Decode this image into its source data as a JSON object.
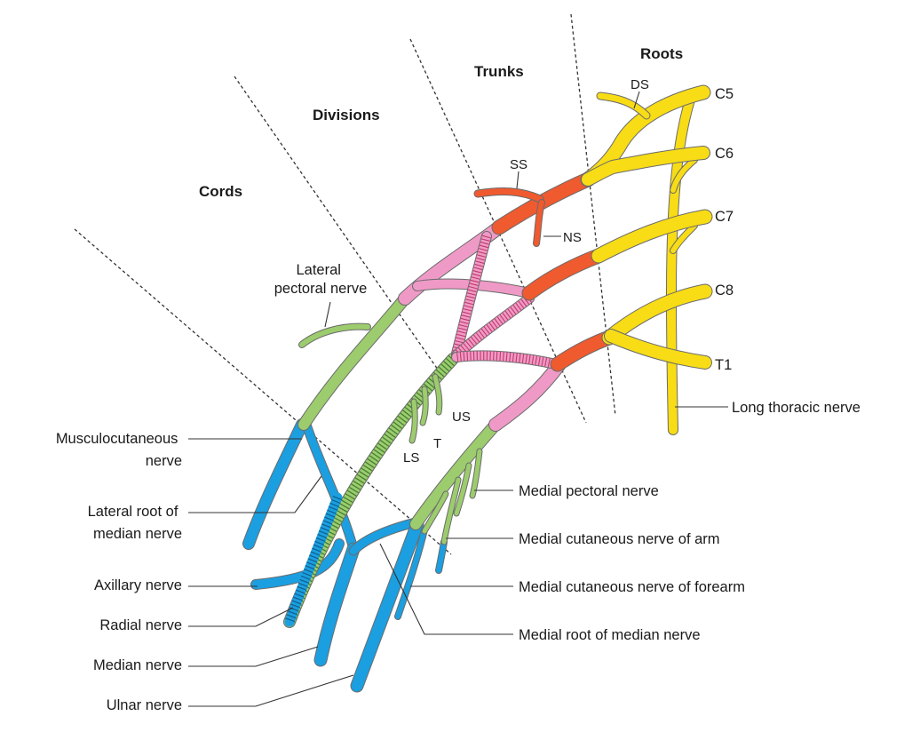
{
  "headings": {
    "roots": "Roots",
    "trunks": "Trunks",
    "divisions": "Divisions",
    "cords": "Cords"
  },
  "roots": [
    "C5",
    "C6",
    "C7",
    "C8",
    "T1"
  ],
  "small_labels": {
    "ds": "DS",
    "ss": "SS",
    "ns": "NS",
    "us": "US",
    "t": "T",
    "ls": "LS"
  },
  "labels": {
    "lateral_pectoral": [
      "Lateral",
      "pectoral nerve"
    ],
    "long_thoracic": "Long thoracic nerve",
    "musculocutaneous": [
      "Musculocutaneous",
      "nerve"
    ],
    "lateral_root_median": [
      "Lateral root of",
      "median nerve"
    ],
    "axillary": "Axillary nerve",
    "radial": "Radial nerve",
    "median": "Median nerve",
    "ulnar": "Ulnar nerve",
    "medial_pectoral": "Medial pectoral nerve",
    "medial_cutaneous_arm": "Medial cutaneous nerve of arm",
    "medial_cutaneous_forearm": "Medial cutaneous nerve of forearm",
    "medial_root_median": "Medial root of median nerve"
  },
  "colors": {
    "roots": "#f7dc16",
    "trunks": "#ef5a2f",
    "divisions": "#ef9ac6",
    "cords": "#9ccc6d",
    "branches": "#1b9fe0",
    "posterior_hatch": "#c23a6a",
    "posterior_cord_hatch": "#3e7a30"
  }
}
